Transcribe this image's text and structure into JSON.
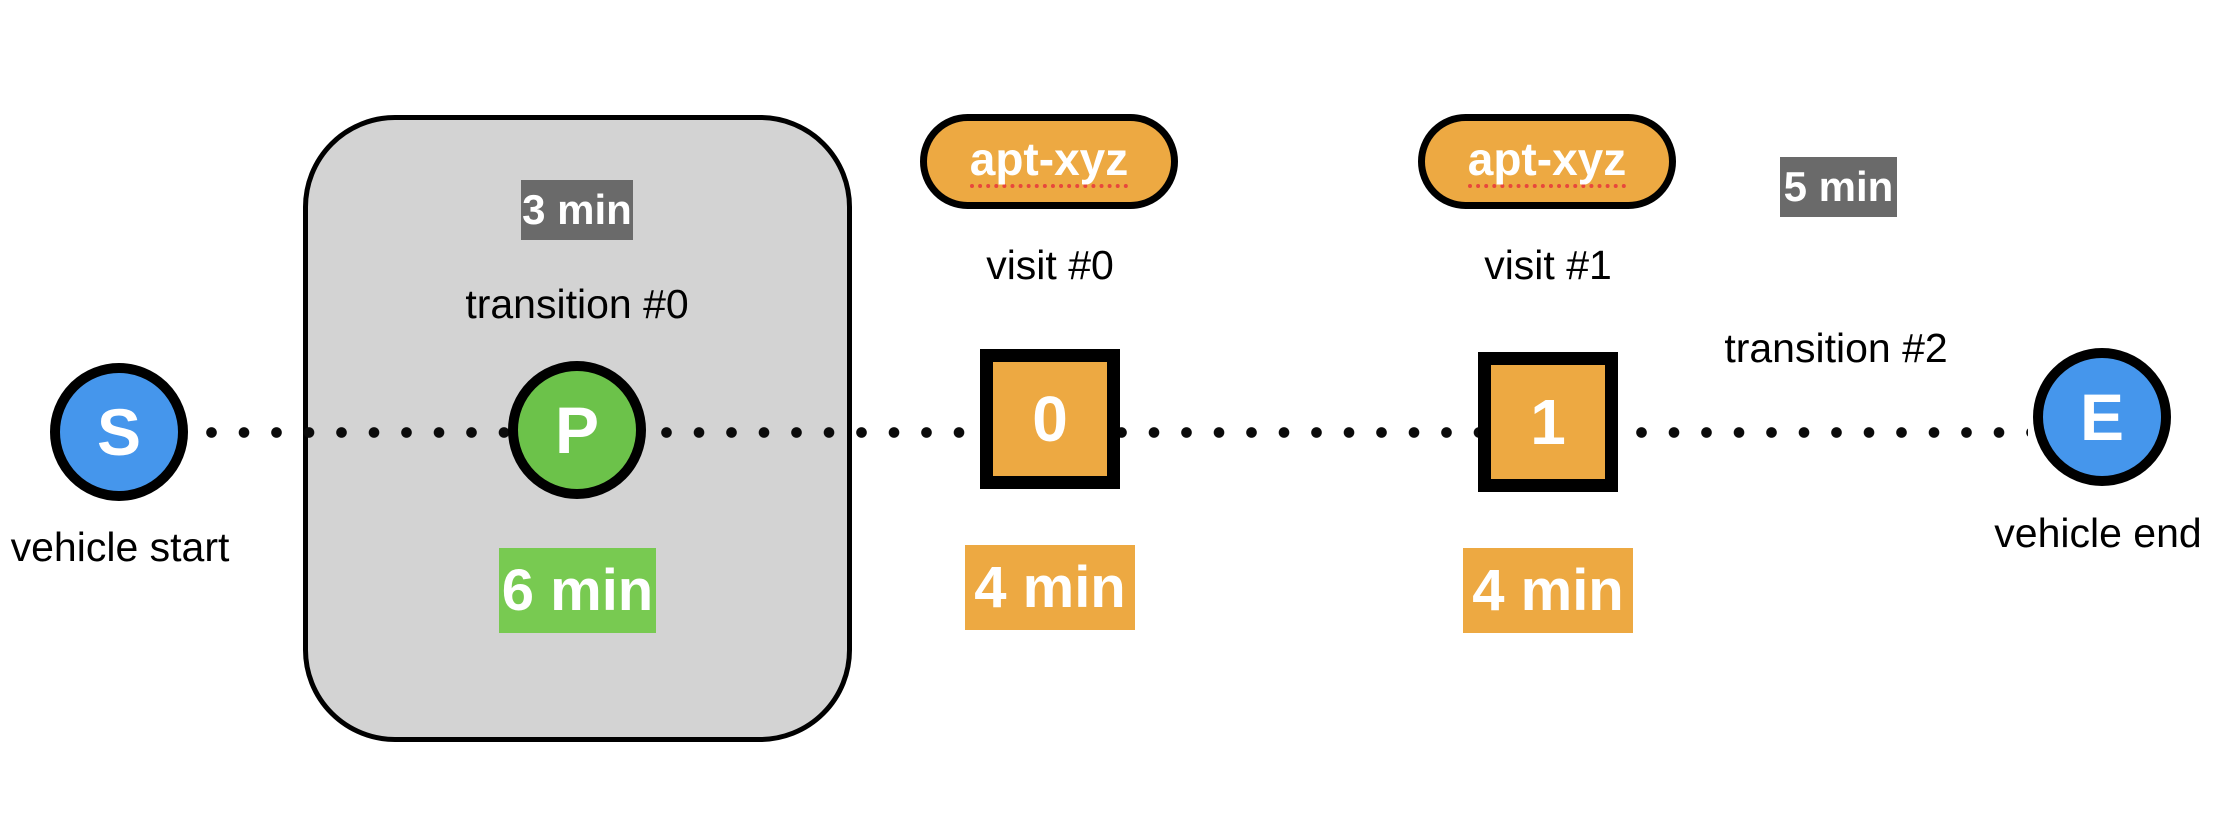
{
  "start": {
    "letter": "S",
    "label": "vehicle start"
  },
  "end": {
    "letter": "E",
    "label": "vehicle end"
  },
  "transition0": {
    "duration": "3 min",
    "label": "transition #0",
    "parking": {
      "letter": "P",
      "duration": "6 min"
    }
  },
  "visit0": {
    "tag": "apt-xyz",
    "label": "visit #0",
    "index": "0",
    "duration": "4 min"
  },
  "visit1": {
    "tag": "apt-xyz",
    "label": "visit #1",
    "index": "1",
    "duration": "4 min"
  },
  "transition2": {
    "duration": "5 min",
    "label": "transition #2"
  },
  "colors": {
    "node_blue": "#4596EC",
    "parking_green": "#6CC24A",
    "badge_green": "#78CA51",
    "visit_orange": "#EDA942",
    "duration_gray": "#6A6A6A",
    "transition_box_gray": "#D3D3D3",
    "spellcheck_red": "#E8473C",
    "line_black": "#0A0A0A"
  }
}
